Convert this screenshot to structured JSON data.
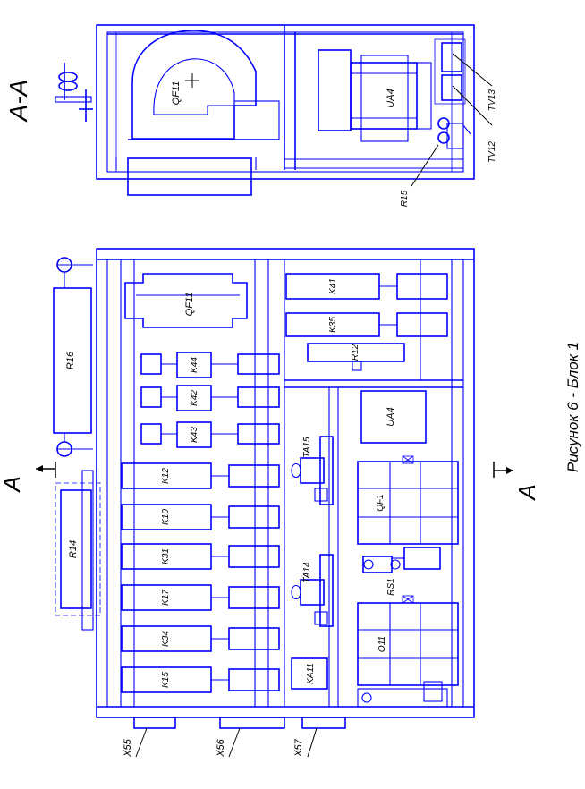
{
  "caption": "Рисунок 6 - Блок 1",
  "section_label": "А-А",
  "section_markers": {
    "left": "А",
    "right": "А"
  },
  "top_view_labels": {
    "qf11": "QF11",
    "ua4": "UA4",
    "tv13": "TV13",
    "tv12": "TV12",
    "r15": "R15"
  },
  "main_view_labels": {
    "r16": "R16",
    "r14": "R14",
    "qf11": "QF11",
    "k41": "K41",
    "k35": "K35",
    "r12": "R12",
    "k44": "K44",
    "k42": "K42",
    "k43": "K43",
    "ua4": "UA4",
    "k12": "K12",
    "k10": "K10",
    "k31": "K31",
    "k17": "K17",
    "k34": "K34",
    "k15": "K15",
    "ta15": "TA15",
    "ta14": "TA14",
    "ka11": "KA11",
    "qf1": "QF1",
    "rs1": "RS1",
    "q11": "Q11"
  },
  "connectors": {
    "x55": "X55",
    "x56": "X56",
    "x57": "X57"
  }
}
